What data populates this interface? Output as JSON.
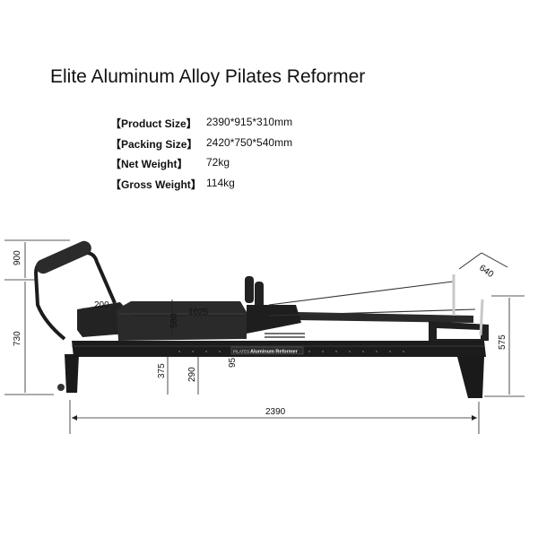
{
  "title": "Elite Aluminum Alloy Pilates Reformer",
  "specs": [
    {
      "label": "【Product Size】",
      "value": "2390*915*310mm"
    },
    {
      "label": "【Packing Size】",
      "value": "2420*750*540mm"
    },
    {
      "label": "【Net Weight】",
      "value": "72kg"
    },
    {
      "label": "【Gross Weight】",
      "value": "114kg"
    }
  ],
  "dimensions": {
    "frame_height": "900",
    "height": "730",
    "headrest": "200",
    "carriage_width": "580",
    "carriage_length": "1025",
    "depth_a": "375",
    "depth_b": "290",
    "depth_c": "95",
    "width": "640",
    "end_height": "575",
    "length": "2390"
  },
  "brand_plate": {
    "brand": "PILATES",
    "model": "Aluminum Reformer"
  },
  "colors": {
    "frame": "#1c1c1c",
    "pad": "#2a2a2a",
    "chrome": "#c9c9c9",
    "line": "#222222"
  }
}
